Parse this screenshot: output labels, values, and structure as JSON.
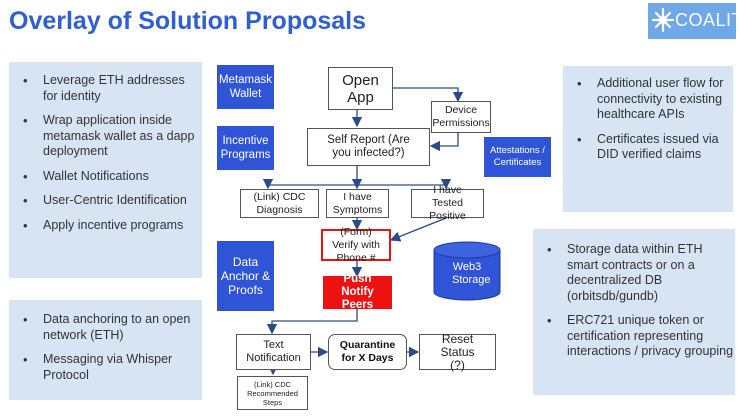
{
  "header": {
    "title": "Overlay of Solution Proposals",
    "logo_text": "COALITION",
    "logo_icon": "sparkle-icon"
  },
  "left_panel_top": {
    "items": [
      "Leverage ETH addresses for identity",
      "Wrap application inside metamask wallet as a dapp deployment",
      "Wallet Notifications",
      "User-Centric Identification",
      "Apply incentive programs"
    ]
  },
  "left_panel_bottom": {
    "items": [
      "Data anchoring to an open network (ETH)",
      "Messaging via Whisper Protocol"
    ]
  },
  "right_panel_top": {
    "items": [
      "Additional user flow for connectivity to existing healthcare APIs",
      "Certificates issued via DID verified claims"
    ]
  },
  "right_panel_bottom": {
    "items": [
      "Storage data within ETH smart contracts or on a decentralized DB (orbitsdb/gundb)",
      "ERC721 unique token or certification representing interactions / privacy grouping"
    ]
  },
  "tags": {
    "metamask": "Metamask Wallet",
    "incentive": "Incentive Programs",
    "attestations": "Attestations / Certificates",
    "data_anchor": "Data Anchor & Proofs"
  },
  "flow": {
    "open_app": "Open App",
    "device_permissions": "Device Permissions",
    "self_report": "Self Report (Are you infected?)",
    "cdc_diagnosis": "(Link) CDC Diagnosis",
    "symptoms": "I have Symptoms",
    "tested_positive": "I have Tested Positive",
    "verify_phone": "(Form) Verify with Phone #",
    "push_notify": "Push Notify Peers",
    "web3_storage": "Web3 Storage",
    "text_notification": "Text Notification",
    "quarantine": "Quarantine for X Days",
    "reset_status": "Reset Status (?)",
    "cdc_steps": "(Link) CDC Recommended Steps"
  }
}
